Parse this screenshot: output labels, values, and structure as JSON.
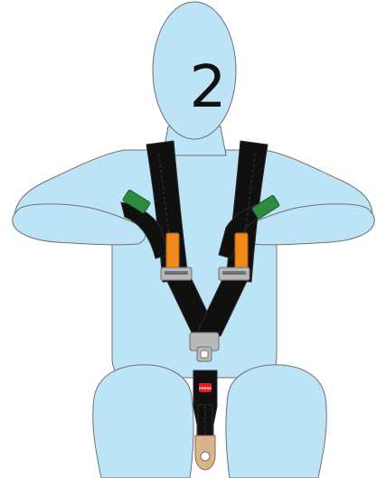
{
  "step_label": "2",
  "buckle_button_text": "PRESS",
  "colors": {
    "body": "#bde3f7",
    "outline": "#707070",
    "strap": "#101010",
    "strap_edge": "#2a2a2a",
    "strap_stitch": "#3a3a3a",
    "green_tab": "#2e8b3e",
    "orange_tab": "#f08a1c",
    "metal": "#b8b8b8",
    "metal_dark": "#707070",
    "buckle_red": "#e01e25",
    "bolt_tan": "#d9b48c"
  },
  "icons": {
    "figure": "mannequin-figure",
    "harness": "five-point-harness",
    "buckle": "cam-lock-buckle"
  }
}
